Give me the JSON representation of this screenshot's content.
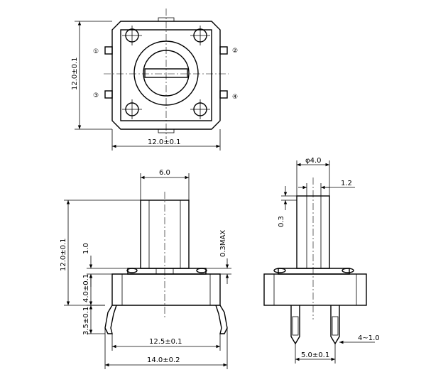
{
  "top_view": {
    "height_dim": "12.0±0.1",
    "width_dim": "12.0±0.1",
    "pins": [
      "①",
      "②",
      "③",
      "④"
    ]
  },
  "front_view": {
    "actuator_width": "6.0",
    "total_height": "12.0±0.1",
    "step_height": "1.0",
    "body_height": "4.0±0.1",
    "lead_height": "3.5±0.1",
    "tolerance_note": "0.3MAX",
    "pitch_dim": "12.5±0.1",
    "total_width": "14.0±0.2"
  },
  "side_view": {
    "diameter": "φ4.0",
    "slot_width": "1.2",
    "slot_depth": "0.3",
    "lead_pitch": "5.0±0.1",
    "lead_angle": "4~1.0"
  }
}
